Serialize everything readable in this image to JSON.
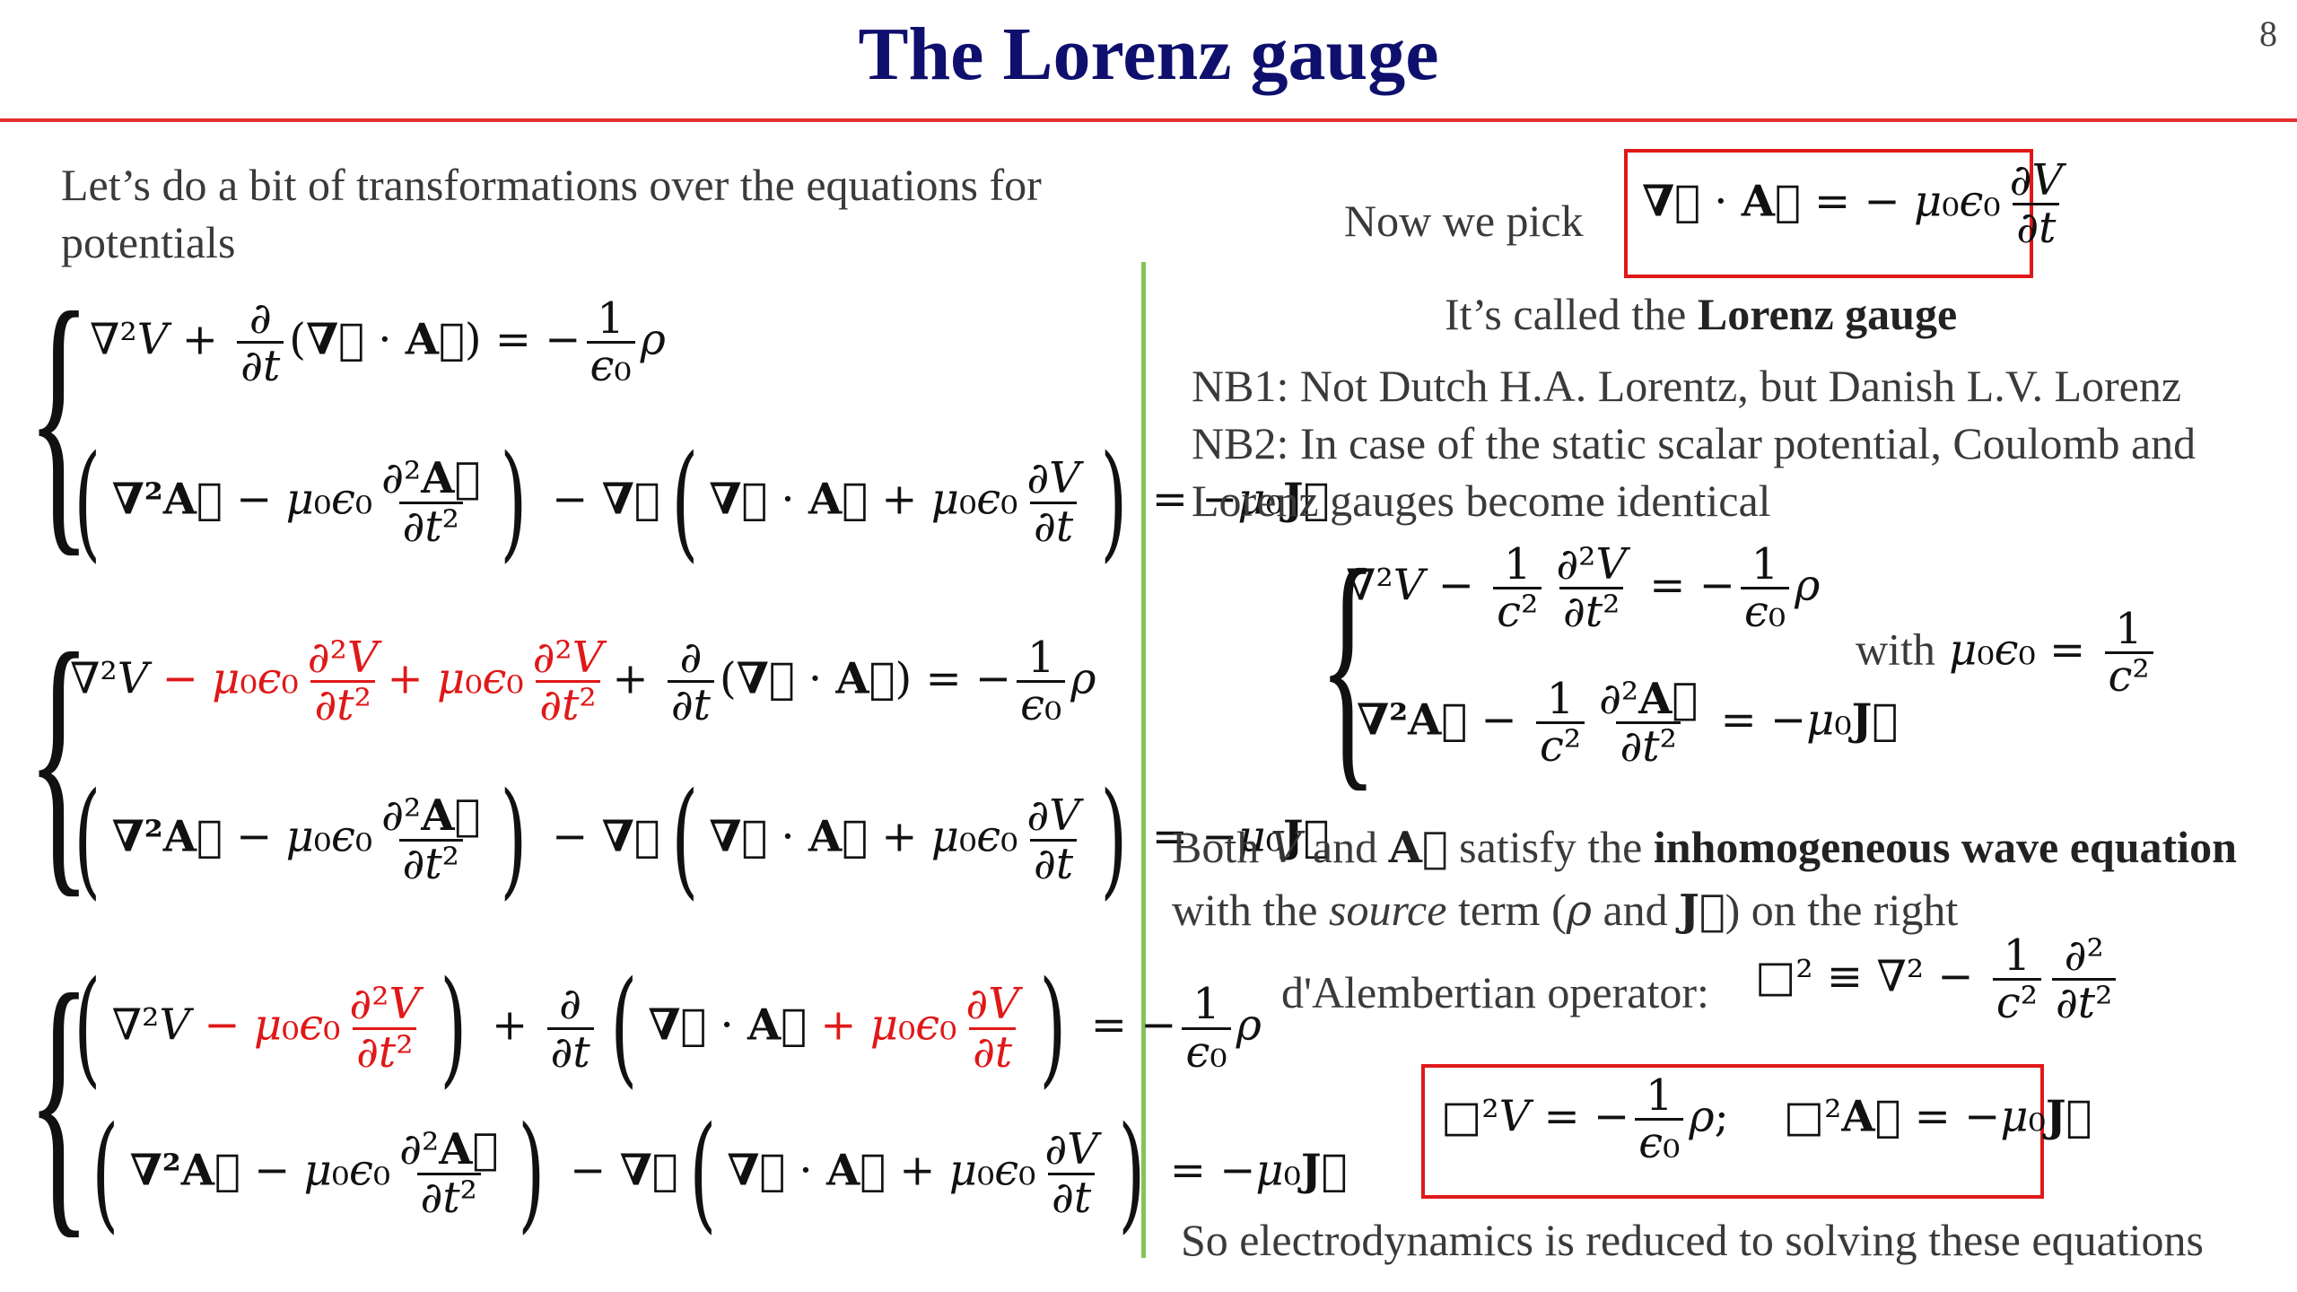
{
  "slide": {
    "title": "The Lorenz gauge",
    "page_number": "8"
  },
  "left": {
    "intro": "Let’s do a bit of transformations over the equations for potentials"
  },
  "right": {
    "now_we_pick": "Now we pick",
    "called_prefix": "It’s called the ",
    "called_bold": "Lorenz gauge",
    "nb1": "NB1: Not Dutch H.A. Lorentz, but Danish L.V. Lorenz",
    "nb2": "NB2: In case of the static scalar potential, Coulomb and Lorenz gauges become identical",
    "with_label": "with",
    "both_1": "Both",
    "both_2": "and",
    "both_3": "satisfy the",
    "both_bold": "inhomogeneous wave equation",
    "with_the": "with the",
    "source_italic": "source",
    "term": "term (",
    "and": "and",
    "on_right": ") on the right",
    "dalembert_label": "d'Alembertian operator:",
    "conclusion": "So electrodynamics is reduced to solving these equations"
  }
}
